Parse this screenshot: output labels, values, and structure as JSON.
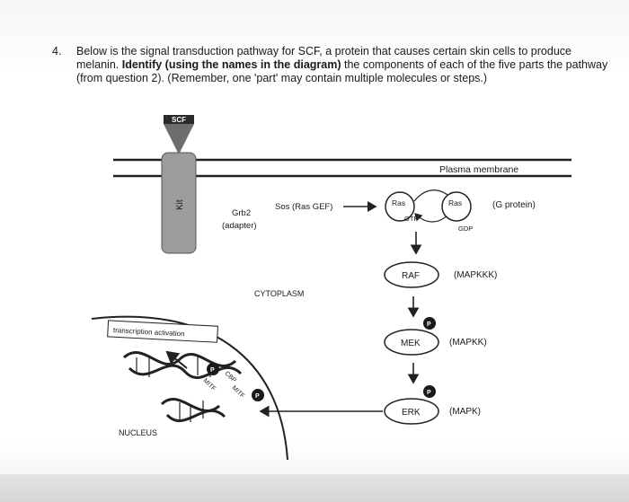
{
  "question": {
    "number": "4.",
    "text_plain_1": "Below is the signal transduction pathway for SCF, a protein that causes certain skin cells to produce melanin. ",
    "text_bold": "Identify (using the names in the diagram)",
    "text_plain_2": " the components of each of the five parts the pathway (from question 2). (Remember, one 'part' may contain multiple molecules or steps.)"
  },
  "diagram": {
    "scf": "SCF",
    "plasma_membrane": "Plasma membrane",
    "kit": "Kit",
    "grb2": "Grb2",
    "adapter": "(adapter)",
    "sos": "Sos (Ras GEF)",
    "ras_gtp": "Ras",
    "gtp": "GTP",
    "ras_gdp": "Ras",
    "gdp": "GDP",
    "g_protein": "(G protein)",
    "raf": "RAF",
    "mapkkk": "(MAPKKK)",
    "mek": "MEK",
    "mapkk": "(MAPKK)",
    "erk": "ERK",
    "mapk": "(MAPK)",
    "phospho": "P",
    "cytoplasm": "CYTOPLASM",
    "transcription": "transcription activation",
    "cbp": "CBP",
    "mitf": "MITF",
    "nucleus": "NUCLEUS"
  },
  "colors": {
    "phospho_fill": "#1a1a1a",
    "receptor_fill": "#9c9c9c",
    "membrane": "#222222",
    "line": "#222222"
  }
}
